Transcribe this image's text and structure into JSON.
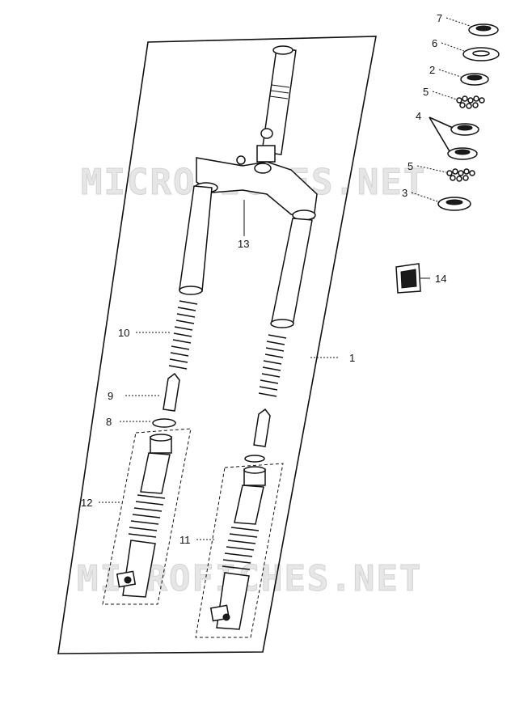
{
  "watermarks": [
    "MICROFICHES.NET",
    "MICROFICHES.NET"
  ],
  "labels": {
    "p1": "1",
    "p2": "2",
    "p3": "3",
    "p4": "4",
    "p5a": "5",
    "p5b": "5",
    "p6": "6",
    "p7": "7",
    "p8": "8",
    "p9": "9",
    "p10": "10",
    "p11": "11",
    "p12": "12",
    "p13": "13",
    "p14": "14"
  }
}
